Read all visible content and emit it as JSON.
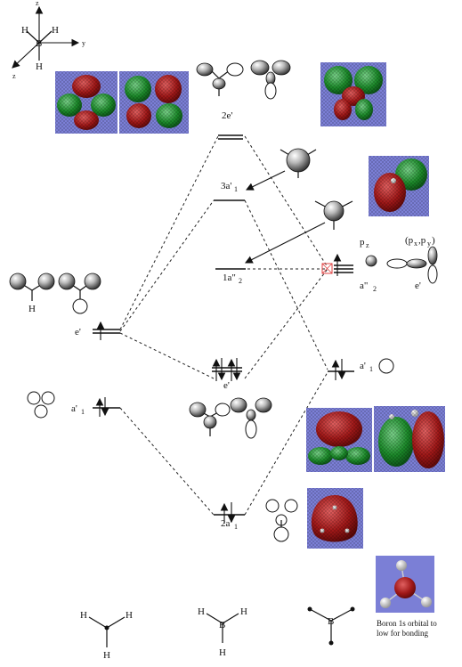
{
  "axes": {
    "z_top": "z",
    "y": "y",
    "z_bottom": "z"
  },
  "atoms": {
    "H": "H",
    "B": "B"
  },
  "levels": {
    "e_prime_top": "2e'",
    "a1_3": "3a'",
    "a1_3_sub": "1",
    "a2_1": "1a\"",
    "a2_1_sub": "2",
    "e_prime_mid": "e'",
    "a1_2": "2a'",
    "a1_2_sub": "1"
  },
  "left_labels": {
    "e_prime": "e'",
    "a1": "a'",
    "a1_sub": "1"
  },
  "right_labels": {
    "pz": "p",
    "pz_sub": "z",
    "pxpy_open": "(p",
    "pxpy_x": "x",
    "pxpy_comma": ",p",
    "pxpy_y": "y",
    "pxpy_close": ")",
    "a2": "a\"",
    "a2_sub": "2",
    "e_prime": "e'",
    "a1": "a'",
    "a1_sub": "1"
  },
  "caption": {
    "line1": "Boron 1s orbital to",
    "line2": "low for bonding"
  },
  "colors": {
    "panel": "#7b7fd6",
    "red_lobe": "#a01818",
    "green_lobe": "#1c8a2a"
  }
}
